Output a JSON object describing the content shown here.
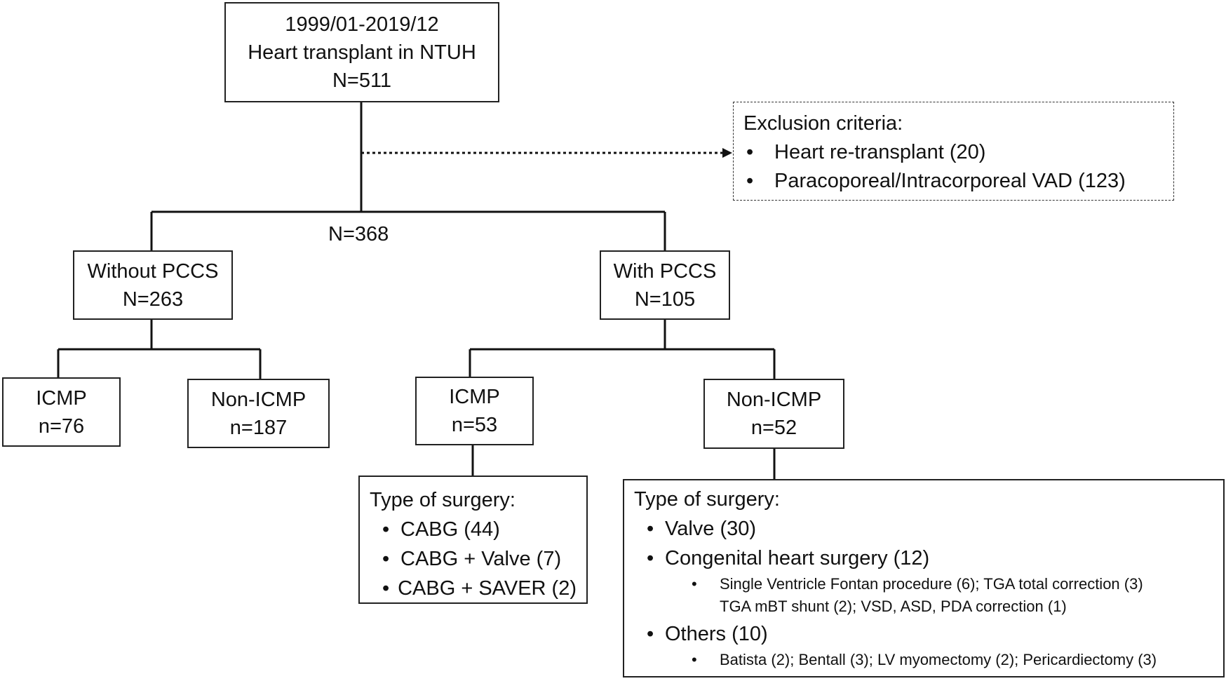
{
  "root": {
    "line1": "1999/01-2019/12",
    "line2": "Heart transplant in NTUH",
    "line3": "N=511"
  },
  "exclusion": {
    "title": "Exclusion criteria:",
    "items": [
      "Heart re-transplant (20)",
      "Paracoporeal/Intracorporeal VAD (123)"
    ]
  },
  "after_exclusion": "N=368",
  "without_pccs": {
    "label": "Without PCCS",
    "n": "N=263"
  },
  "with_pccs": {
    "label": "With PCCS",
    "n": "N=105"
  },
  "without_icmp": {
    "label": "ICMP",
    "n": "n=76"
  },
  "without_non_icmp": {
    "label": "Non-ICMP",
    "n": "n=187"
  },
  "with_icmp": {
    "label": "ICMP",
    "n": "n=53"
  },
  "with_non_icmp": {
    "label": "Non-ICMP",
    "n": "n=52"
  },
  "icmp_surgery": {
    "title": "Type of surgery:",
    "items": [
      "CABG (44)",
      "CABG + Valve (7)",
      "CABG + SAVER (2)"
    ]
  },
  "non_icmp_surgery": {
    "title": "Type of surgery:",
    "valve": "Valve (30)",
    "congenital": "Congenital heart surgery (12)",
    "congenital_detail_1": "Single Ventricle Fontan procedure (6); TGA total correction (3)",
    "congenital_detail_2": "TGA mBT shunt (2); VSD, ASD, PDA correction (1)",
    "others": "Others (10)",
    "others_detail": "Batista (2); Bentall (3); LV myomectomy (2); Pericardiectomy (3)"
  },
  "bullet_char": "•"
}
